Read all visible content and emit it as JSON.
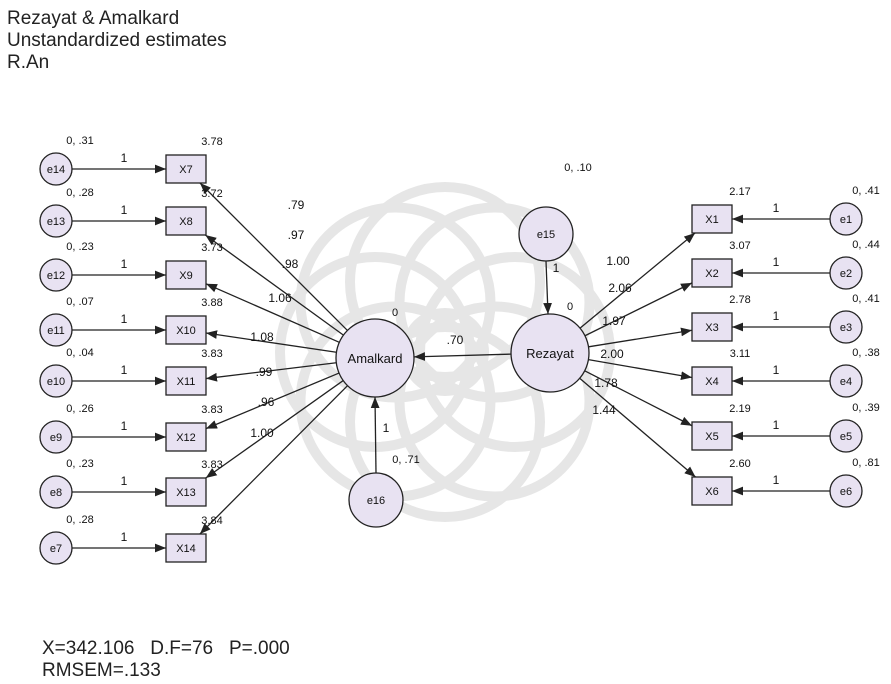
{
  "header": {
    "lines": [
      "Rezayat & Amalkard",
      "Unstandardized estimates",
      "R.An"
    ]
  },
  "fit": {
    "line1": "X=342.106   D.F=76   P=.000",
    "line2": "RMSEM=.133"
  },
  "colors": {
    "node_fill": "#e8e2f2",
    "stroke": "#222222",
    "watermark": "#e6e6e6"
  },
  "latents": {
    "amalkard": {
      "label": "Amalkard",
      "variance": "0"
    },
    "rezayat": {
      "label": "Rezayat",
      "variance": "0"
    }
  },
  "structural": {
    "from": "Rezayat",
    "to": "Amalkard",
    "coef": ".70"
  },
  "disturbances": {
    "e15": {
      "label": "e15",
      "variance": "0, .10",
      "weight": "1"
    },
    "e16": {
      "label": "e16",
      "variance": "0, .71",
      "weight": "1"
    }
  },
  "left_indicators": [
    {
      "item": "X7",
      "intercept": "3.78",
      "error": "e14",
      "error_var": "0, .31",
      "weight": "1",
      "loading": ".79"
    },
    {
      "item": "X8",
      "intercept": "3.72",
      "error": "e13",
      "error_var": "0, .28",
      "weight": "1",
      "loading": ".97"
    },
    {
      "item": "X9",
      "intercept": "3.73",
      "error": "e12",
      "error_var": "0, .23",
      "weight": "1",
      "loading": ".98"
    },
    {
      "item": "X10",
      "intercept": "3.88",
      "error": "e11",
      "error_var": "0, .07",
      "weight": "1",
      "loading": "1.06"
    },
    {
      "item": "X11",
      "intercept": "3.83",
      "error": "e10",
      "error_var": "0, .04",
      "weight": "1",
      "loading": "1.08"
    },
    {
      "item": "X12",
      "intercept": "3.83",
      "error": "e9",
      "error_var": "0, .26",
      "weight": "1",
      "loading": ".99"
    },
    {
      "item": "X13",
      "intercept": "3.83",
      "error": "e8",
      "error_var": "0, .23",
      "weight": "1",
      "loading": ".96"
    },
    {
      "item": "X14",
      "intercept": "3.84",
      "error": "e7",
      "error_var": "0, .28",
      "weight": "1",
      "loading": "1.00"
    }
  ],
  "right_indicators": [
    {
      "item": "X1",
      "intercept": "2.17",
      "error": "e1",
      "error_var": "0, .41",
      "weight": "1",
      "loading": "1.00"
    },
    {
      "item": "X2",
      "intercept": "3.07",
      "error": "e2",
      "error_var": "0, .44",
      "weight": "1",
      "loading": "2.06"
    },
    {
      "item": "X3",
      "intercept": "2.78",
      "error": "e3",
      "error_var": "0, .41",
      "weight": "1",
      "loading": "1.97"
    },
    {
      "item": "X4",
      "intercept": "3.11",
      "error": "e4",
      "error_var": "0, .38",
      "weight": "1",
      "loading": "2.00"
    },
    {
      "item": "X5",
      "intercept": "2.19",
      "error": "e5",
      "error_var": "0, .39",
      "weight": "1",
      "loading": "1.78"
    },
    {
      "item": "X6",
      "intercept": "2.60",
      "error": "e6",
      "error_var": "0, .81",
      "weight": "1",
      "loading": "1.44"
    }
  ]
}
